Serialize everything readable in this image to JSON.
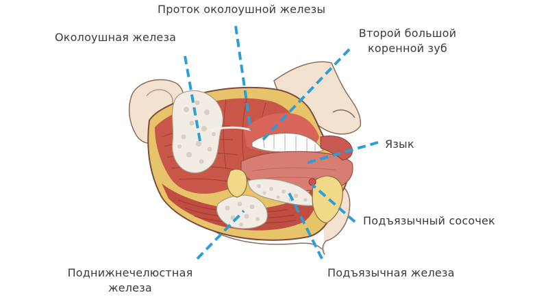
{
  "labels": {
    "parotid_duct": "Проток околоушной железы",
    "parotid_gland": "Околоушная  железа",
    "second_molar_line1": "Второй  большой",
    "second_molar_line2": "коренной зуб",
    "tongue": "Язык",
    "sublingual_papilla": "Подъязычный  сосочек",
    "submandibular_line1": "Поднижнечелюстная",
    "submandibular_line2": "железа",
    "sublingual_gland": "Подъязычная  железа"
  },
  "colors": {
    "leader_line": "#2a9ed8",
    "label_text": "#3a3a3a",
    "muscle": "#c8574a",
    "gland": "#eee8df",
    "skin": "#f2dcc8",
    "fat": "#e8cf6a",
    "mucosa": "#d9645a",
    "teeth": "#ffffff",
    "tongue": "#d77d72",
    "outline": "#7a4b3d"
  }
}
